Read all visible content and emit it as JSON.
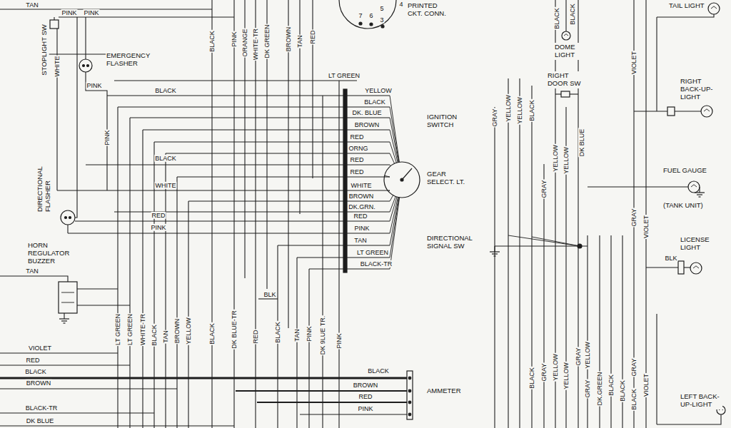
{
  "diagram": {
    "nodes": [
      {
        "text": [
          "STOPLIGHT SW"
        ]
      },
      {
        "text": [
          "EMERGENCY FLASHER"
        ]
      },
      {
        "text": [
          "DIRECTIONAL FLASHER"
        ]
      },
      {
        "text": [
          "HORN REGULATOR BUZZER"
        ]
      },
      {
        "text": [
          "PRINTED CKT. CONN."
        ]
      },
      {
        "text": [
          "IGNITION SWITCH"
        ]
      },
      {
        "text": [
          "GEAR SELECT. LT."
        ]
      },
      {
        "text": [
          "DIRECTIONAL SIGNAL SW"
        ]
      },
      {
        "text": [
          "AMMETER"
        ]
      },
      {
        "text": [
          "TAIL LIGHT"
        ]
      },
      {
        "text": [
          "DOME LIGHT"
        ]
      },
      {
        "text": [
          "RIGHT DOOR SW"
        ]
      },
      {
        "text": [
          "RIGHT BACK-UP-LIGHT"
        ]
      },
      {
        "text": [
          "FUEL GAUGE",
          "(TANK UNIT)"
        ]
      },
      {
        "text": [
          "LICENSE LIGHT"
        ]
      },
      {
        "text": [
          "LEFT BACK-UP-LIGHT"
        ]
      }
    ],
    "edges": [
      {
        "from": 0,
        "to": 1,
        "arrow": "none"
      }
    ],
    "labels": [
      "TAN",
      "PINK",
      "PINK",
      "WHITE",
      "PINK",
      "BLACK",
      "PINK",
      "BLACK",
      "WHITE",
      "RED",
      "PINK",
      "TAN",
      "BLACK",
      "PINK",
      "ORANGE",
      "WHITE-TR",
      "DK GREEN",
      "BROWN",
      "TAN",
      "RED",
      "4",
      "7",
      "6",
      "5",
      "3",
      "LT GREEN",
      "YELLOW",
      "BLACK",
      "DK. BLUE",
      "BROWN",
      "RED",
      "ORNG",
      "RED",
      "RED",
      "WHITE",
      "BROWN",
      "DK.GRN.",
      "RED",
      "PINK",
      "TAN",
      "LT GREEN",
      "BLACK-TR",
      "BLK",
      "LT GREEN",
      "LT GREEN",
      "WHITE-TR",
      "BLACK",
      "TAN",
      "BROWN",
      "YELLOW",
      "BLACK",
      "DK BLUE-TR",
      "RED",
      "BLACK",
      "TAN",
      "PINK",
      "DK 9LUE TR.",
      "PINK",
      "VIOLET",
      "RED",
      "BLACK",
      "BROWN",
      "BLACK-TR",
      "DK BLUE",
      "BLACK",
      "BROWN",
      "RED",
      "PINK",
      "BLACK",
      "BLACK",
      "VIOLET",
      "GRAY",
      "YELLOW",
      "YELLOW",
      "BLACK",
      "YELLOW",
      "YELLOW",
      "DK BLUE",
      "GRAY",
      "GRAY",
      "VIOLET",
      "BLK",
      "BLACK",
      "GRAY",
      "YELLOW",
      "YELLOW",
      "GRAY",
      "YELLOW",
      "GRAY",
      "DK.GREEN",
      "BLACK",
      "BLACK",
      "BLACK",
      "GRAY",
      "VIOLET"
    ]
  }
}
